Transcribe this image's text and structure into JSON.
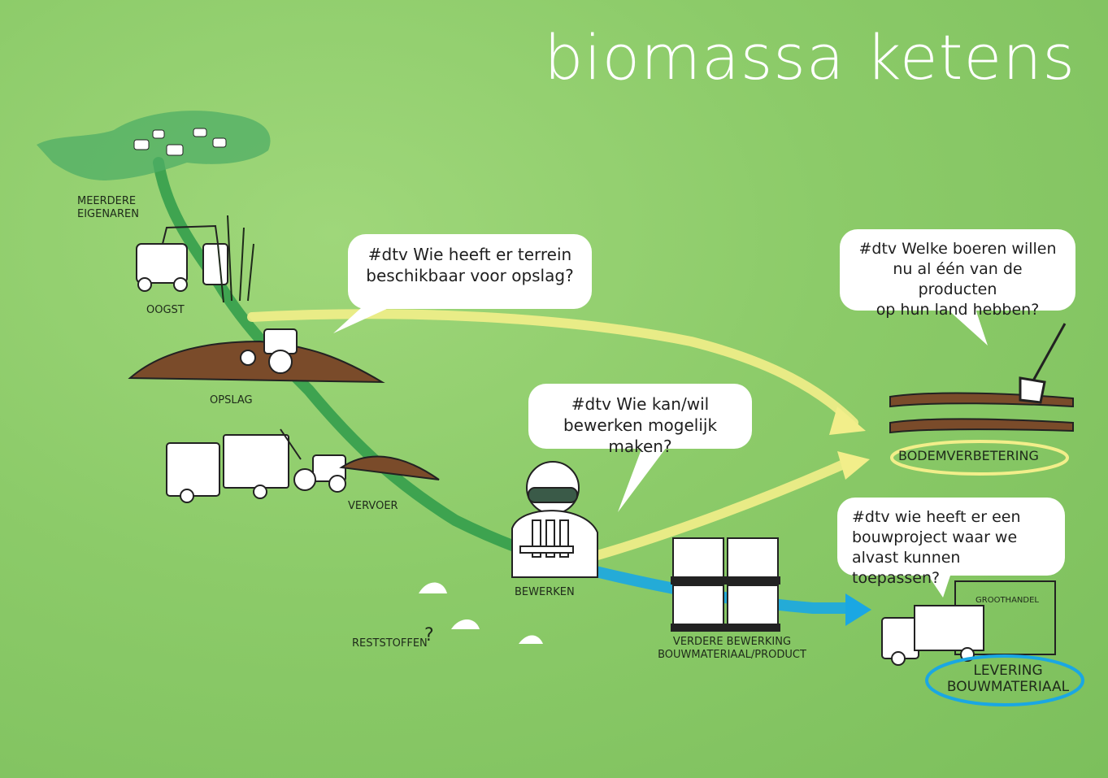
{
  "title": "biomassa ketens",
  "labels": {
    "eigenaren_1": "MEERDERE",
    "eigenaren_2": "EIGENAREN",
    "oogst": "OOGST",
    "opslag": "OPSLAG",
    "vervoer": "VERVOER",
    "bewerken": "BEWERKEN",
    "reststoffen": "RESTSTOFFEN",
    "reststoffen_mark": "?",
    "verdere_1": "VERDERE BEWERKING",
    "verdere_2": "BOUWMATERIAAL/PRODUCT",
    "groothandel": "GROOTHANDEL",
    "bodemverbetering": "BODEMVERBETERING",
    "levering_1": "LEVERING",
    "levering_2": "BOUWMATERIAAL"
  },
  "bubbles": {
    "opslag_1": "#dtv Wie heeft er terrein",
    "opslag_2": "beschikbaar voor opslag?",
    "bewerken_1": "#dtv Wie kan/wil",
    "bewerken_2": "bewerken mogelijk maken?",
    "boeren_1": "#dtv Welke boeren willen",
    "boeren_2": "nu al één van de producten",
    "boeren_3": "op hun land hebben?",
    "bouw_1": "#dtv wie heeft er een",
    "bouw_2": "bouwproject waar we",
    "bouw_3": "alvast kunnen toepassen?"
  },
  "colors": {
    "background": "#8ccb69",
    "green_path": "#2f9b4a",
    "yellow_path": "#f2ee8a",
    "blue_path": "#1aa7e3",
    "soil": "#7a4b2a",
    "title_text": "#ffffff"
  }
}
